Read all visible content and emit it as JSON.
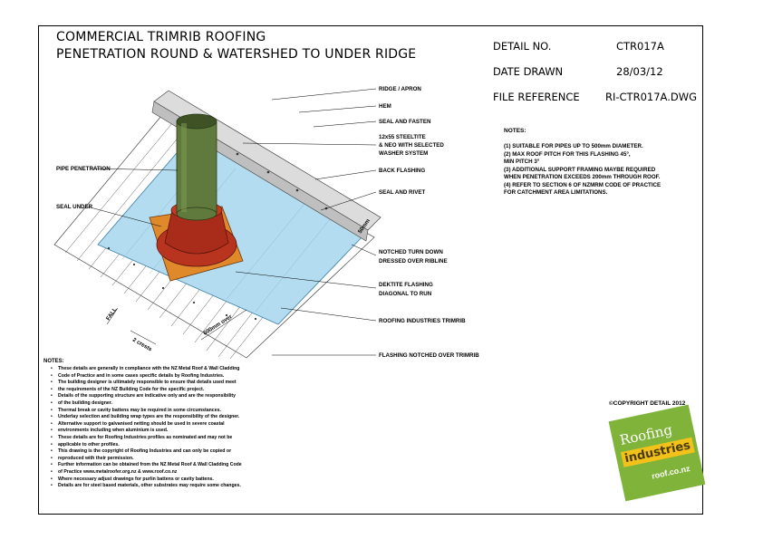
{
  "title": {
    "line1": "COMMERCIAL TRIMRIB ROOFING",
    "line2": "PENETRATION ROUND & WATERSHED TO UNDER RIDGE"
  },
  "meta": {
    "detail_no_label": "DETAIL NO.",
    "detail_no_value": "CTR017A",
    "date_label": "DATE DRAWN",
    "date_value": "28/03/12",
    "file_label": "FILE REFERENCE",
    "file_value": "RI-CTR017A.DWG"
  },
  "notes": {
    "heading": "NOTES:",
    "items": [
      "(1) SUITABLE FOR PIPES UP TO 500mm DIAMETER.",
      "(2) MAX ROOF PITCH FOR THIS FLASHING 45°,",
      "      MIN PITCH 3°",
      "(3) ADDITIONAL SUPPORT FRAMING MAYBE REQUIRED",
      "      WHEN PENETRATION EXCEEDS 200mm THROUGH ROOF.",
      "(4) REFER TO SECTION 6 OF NZMRM CODE OF PRACTICE",
      "      FOR CATCHMENT AREA LIMITATIONS."
    ]
  },
  "labels": {
    "ridge": "RIDGE / APRON",
    "hem": "HEM",
    "seal_fasten": "SEAL AND FASTEN",
    "screw_1": "12x55 STEELTITE",
    "screw_2": "& NEO WITH SELECTED",
    "screw_3": "WASHER SYSTEM",
    "back_flashing": "BACK FLASHING",
    "seal_rivet": "SEAL AND RIVET",
    "pipe": "PIPE PENETRATION",
    "seal_under": "SEAL UNDER",
    "notched_1": "NOTCHED TURN DOWN",
    "notched_2": "DRESSED OVER RIBLINE",
    "dektite_1": "DEKTITE FLASHING",
    "dektite_2": "DIAGONAL TO RUN",
    "trimrib": "ROOFING INDUSTRIES TRIMRIB",
    "flashing_notched": "FLASHING NOTCHED OVER TRIMRIB",
    "dim_50": "50mm",
    "dim_fall": "FALL",
    "dim_crests": "2 crests",
    "dim_600": "600mm over"
  },
  "footer": {
    "heading": "NOTES:",
    "items": [
      "These details are generally in compliance with the NZ Metal Roof & Wall Cladding",
      "Code of Practice and in some cases specific details by Roofing Industries.",
      "The building designer is ultimately responsible to ensure that details used meet",
      "the requirements of the NZ Building Code for the specific project.",
      "Details of the supporting structure are indicative only and are the responsibility",
      "of the building designer.",
      "Thermal break or cavity battens may be required in some circumstances.",
      "Underlay selection and building wrap types are the responsibility of the designer.",
      "Alternative support to galvanised netting should be used in severe coastal",
      "environments including when aluminium is used.",
      "These details are for Roofing Industries profiles as nominated and may not be",
      "applicable to other profiles.",
      "This drawing is the copyright of Roofing Industries and can only be copied or",
      "reproduced with their permission.",
      "Further information can be obtained from the NZ Metal Roof & Wall Cladding Code",
      "of Practice www.metalroofer.org.nz & www.roof.co.nz",
      "Where necessary adjust drawings for purlin battens or cavity battens.",
      "Details are for steel based materials, other substrates may require some changes."
    ]
  },
  "copyright": "©COPYRIGHT DETAIL 2012",
  "logo": {
    "word1": "Roofing",
    "word2": "industries",
    "url": "roof.co.nz",
    "green": "#7fb33a",
    "yellow": "#f2c21a"
  },
  "colors": {
    "sheet_blue": "#b3dcf0",
    "pipe_green": "#5f7a3c",
    "boot_red": "#b8341e",
    "flange_orange": "#e0892a"
  }
}
